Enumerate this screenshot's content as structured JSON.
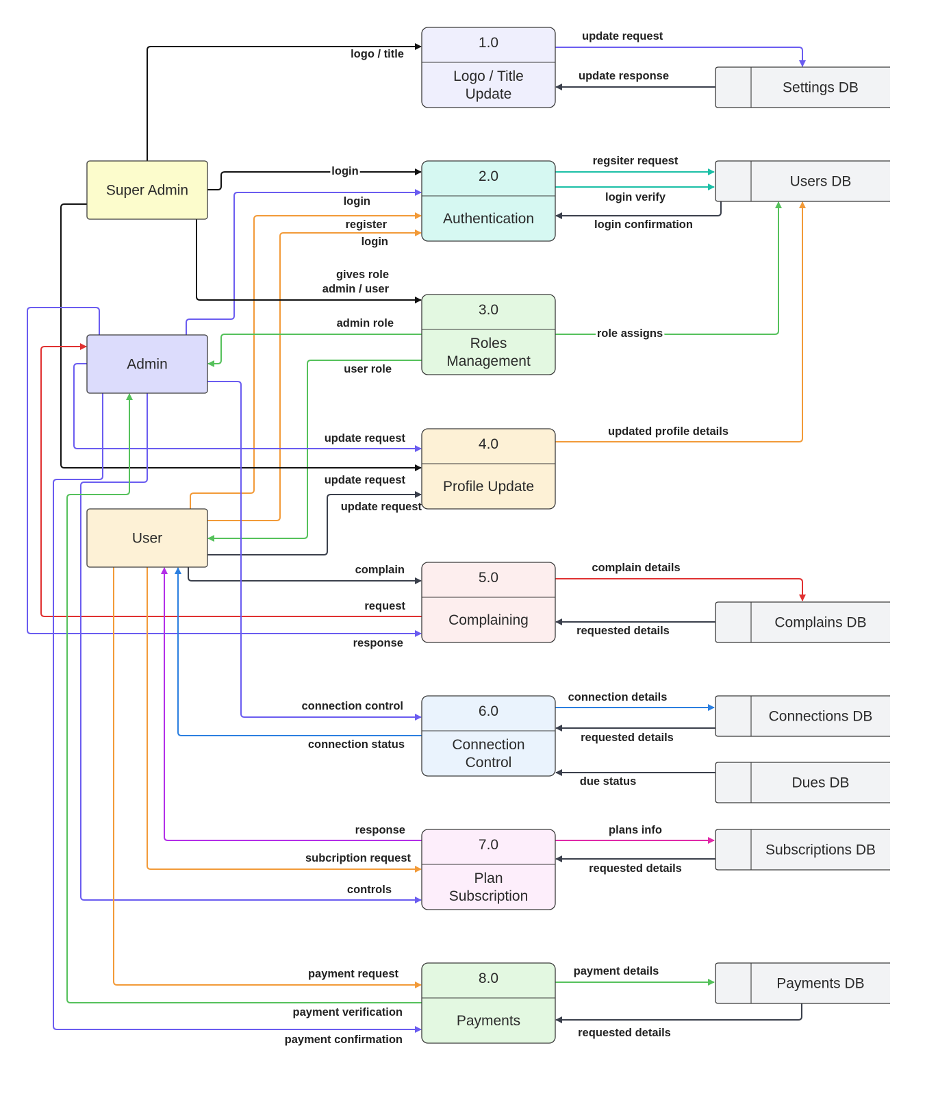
{
  "colors": {
    "black": "#111111",
    "dark": "#3a3f4b",
    "blue": "#6a5cf0",
    "orange": "#f29a38",
    "green": "#55c15b",
    "teal": "#1bbfa6",
    "red": "#e03131",
    "azure": "#2b7fe0",
    "purple": "#b32ee8",
    "magenta": "#e02aa8"
  },
  "entities": [
    {
      "id": "super_admin",
      "name": "Super Admin",
      "fill": "#fcfccc"
    },
    {
      "id": "admin",
      "name": "Admin",
      "fill": "#dcdcfc"
    },
    {
      "id": "user",
      "name": "User",
      "fill": "#fdf1d6"
    }
  ],
  "processes": [
    {
      "id": "p1",
      "number": "1.0",
      "name": [
        "Logo / Title",
        "Update"
      ],
      "fill": "#efeffd"
    },
    {
      "id": "p2",
      "number": "2.0",
      "name": [
        "Authentication"
      ],
      "fill": "#d6f8f2"
    },
    {
      "id": "p3",
      "number": "3.0",
      "name": [
        "Roles",
        "Management"
      ],
      "fill": "#e3f8e1"
    },
    {
      "id": "p4",
      "number": "4.0",
      "name": [
        "Profile Update"
      ],
      "fill": "#fdf1d6"
    },
    {
      "id": "p5",
      "number": "5.0",
      "name": [
        "Complaining"
      ],
      "fill": "#fdeeee"
    },
    {
      "id": "p6",
      "number": "6.0",
      "name": [
        "Connection",
        "Control"
      ],
      "fill": "#eaf3fd"
    },
    {
      "id": "p7",
      "number": "7.0",
      "name": [
        "Plan",
        "Subscription"
      ],
      "fill": "#fdeefb"
    },
    {
      "id": "p8",
      "number": "8.0",
      "name": [
        "Payments"
      ],
      "fill": "#e3f8e1"
    }
  ],
  "datastores": [
    {
      "id": "settings_db",
      "name": "Settings DB"
    },
    {
      "id": "users_db",
      "name": "Users DB"
    },
    {
      "id": "complains_db",
      "name": "Complains DB"
    },
    {
      "id": "connections_db",
      "name": "Connections DB"
    },
    {
      "id": "dues_db",
      "name": "Dues DB"
    },
    {
      "id": "subscriptions_db",
      "name": "Subscriptions DB"
    },
    {
      "id": "payments_db",
      "name": "Payments DB"
    }
  ],
  "flows": [
    {
      "id": "f_logo_title",
      "from": "super_admin",
      "to": "p1",
      "label": [
        "logo / title"
      ],
      "color": "black"
    },
    {
      "id": "f_update_request_settings",
      "from": "p1",
      "to": "settings_db",
      "label": [
        "update request"
      ],
      "color": "blue"
    },
    {
      "id": "f_update_response",
      "from": "settings_db",
      "to": "p1",
      "label": [
        "update response"
      ],
      "color": "dark"
    },
    {
      "id": "f_sa_login",
      "from": "super_admin",
      "to": "p2",
      "label": [
        "login"
      ],
      "color": "black"
    },
    {
      "id": "f_admin_login",
      "from": "admin",
      "to": "p2",
      "label": [
        "login"
      ],
      "color": "blue"
    },
    {
      "id": "f_user_register",
      "from": "user",
      "to": "p2",
      "label": [
        "register"
      ],
      "color": "orange"
    },
    {
      "id": "f_user_login",
      "from": "user",
      "to": "p2",
      "label": [
        "login"
      ],
      "color": "orange"
    },
    {
      "id": "f_register_request",
      "from": "p2",
      "to": "users_db",
      "label": [
        "regsiter request"
      ],
      "color": "teal"
    },
    {
      "id": "f_login_verify",
      "from": "p2",
      "to": "users_db",
      "label": [
        "login verify"
      ],
      "color": "teal"
    },
    {
      "id": "f_login_confirmation",
      "from": "users_db",
      "to": "p2",
      "label": [
        "login confirmation"
      ],
      "color": "dark"
    },
    {
      "id": "f_gives_role",
      "from": "super_admin",
      "to": "p3",
      "label": [
        "gives role",
        "admin / user"
      ],
      "color": "black"
    },
    {
      "id": "f_admin_role",
      "from": "p3",
      "to": "admin",
      "label": [
        "admin role"
      ],
      "color": "green"
    },
    {
      "id": "f_user_role",
      "from": "p3",
      "to": "user",
      "label": [
        "user role"
      ],
      "color": "green"
    },
    {
      "id": "f_role_assigns",
      "from": "p3",
      "to": "users_db",
      "label": [
        "role assigns"
      ],
      "color": "green"
    },
    {
      "id": "f_admin_update_request",
      "from": "admin",
      "to": "p4",
      "label": [
        "update request"
      ],
      "color": "blue"
    },
    {
      "id": "f_sa_update_request",
      "from": "super_admin",
      "to": "p4",
      "label": [
        "update request"
      ],
      "color": "black"
    },
    {
      "id": "f_user_update_request",
      "from": "user",
      "to": "p4",
      "label": [
        "update request"
      ],
      "color": "dark"
    },
    {
      "id": "f_updated_profile_details",
      "from": "p4",
      "to": "users_db",
      "label": [
        "updated profile details"
      ],
      "color": "orange"
    },
    {
      "id": "f_complain",
      "from": "user",
      "to": "p5",
      "label": [
        "complain"
      ],
      "color": "dark"
    },
    {
      "id": "f_complaint_request",
      "from": "p5",
      "to": "admin",
      "label": [
        "request"
      ],
      "color": "red"
    },
    {
      "id": "f_complaint_response",
      "from": "admin",
      "to": "p5",
      "label": [
        "response"
      ],
      "color": "blue"
    },
    {
      "id": "f_complain_details",
      "from": "p5",
      "to": "complains_db",
      "label": [
        "complain details"
      ],
      "color": "red"
    },
    {
      "id": "f_complains_requested_details",
      "from": "complains_db",
      "to": "p5",
      "label": [
        "requested details"
      ],
      "color": "dark"
    },
    {
      "id": "f_connection_control",
      "from": "admin",
      "to": "p6",
      "label": [
        "connection control"
      ],
      "color": "blue"
    },
    {
      "id": "f_connection_status",
      "from": "p6",
      "to": "user",
      "label": [
        "connection status"
      ],
      "color": "azure"
    },
    {
      "id": "f_connection_details",
      "from": "p6",
      "to": "connections_db",
      "label": [
        "connection details"
      ],
      "color": "azure"
    },
    {
      "id": "f_connections_requested_details",
      "from": "connections_db",
      "to": "p6",
      "label": [
        "requested details"
      ],
      "color": "dark"
    },
    {
      "id": "f_due_status",
      "from": "dues_db",
      "to": "p6",
      "label": [
        "due status"
      ],
      "color": "dark"
    },
    {
      "id": "f_plan_response",
      "from": "p7",
      "to": "user",
      "label": [
        "response"
      ],
      "color": "purple"
    },
    {
      "id": "f_subscription_request",
      "from": "user",
      "to": "p7",
      "label": [
        "subcription request"
      ],
      "color": "orange"
    },
    {
      "id": "f_controls",
      "from": "admin",
      "to": "p7",
      "label": [
        "controls"
      ],
      "color": "blue"
    },
    {
      "id": "f_plans_info",
      "from": "p7",
      "to": "subscriptions_db",
      "label": [
        "plans info"
      ],
      "color": "magenta"
    },
    {
      "id": "f_subscriptions_requested_details",
      "from": "subscriptions_db",
      "to": "p7",
      "label": [
        "requested details"
      ],
      "color": "dark"
    },
    {
      "id": "f_payment_request",
      "from": "user",
      "to": "p8",
      "label": [
        "payment request"
      ],
      "color": "orange"
    },
    {
      "id": "f_payment_verification",
      "from": "p8",
      "to": "admin",
      "label": [
        "payment verification"
      ],
      "color": "green"
    },
    {
      "id": "f_payment_confirmation",
      "from": "admin",
      "to": "p8",
      "label": [
        "payment confirmation"
      ],
      "color": "blue"
    },
    {
      "id": "f_payment_details",
      "from": "p8",
      "to": "payments_db",
      "label": [
        "payment details"
      ],
      "color": "green"
    },
    {
      "id": "f_payments_requested_details",
      "from": "payments_db",
      "to": "p8",
      "label": [
        "requested details"
      ],
      "color": "dark"
    }
  ]
}
